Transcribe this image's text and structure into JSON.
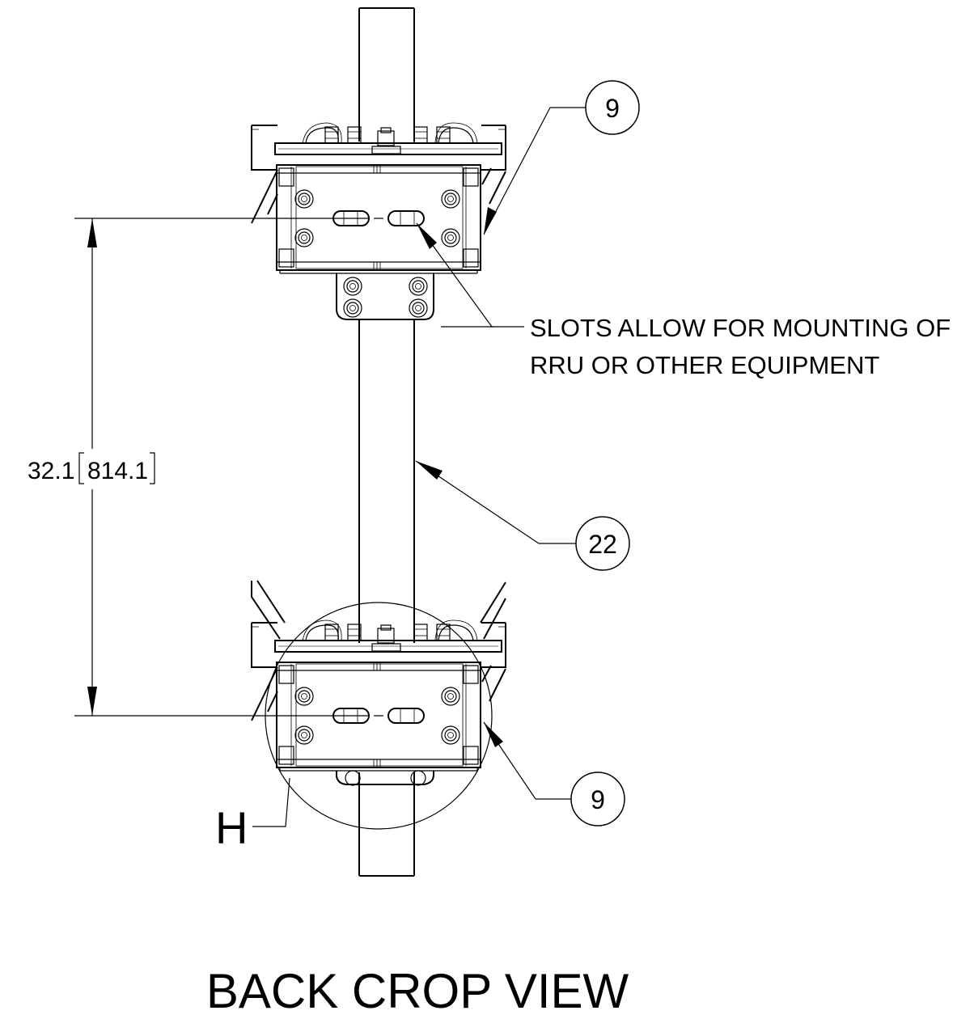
{
  "title": "BACK CROP VIEW",
  "callouts": {
    "top_bracket": "9",
    "pipe": "22",
    "bottom_bracket": "9"
  },
  "dimension": {
    "imperial": "32.1",
    "metric": "814.1"
  },
  "note": {
    "line1": "SLOTS ALLOW FOR MOUNTING OF",
    "line2": "RRU OR OTHER EQUIPMENT"
  },
  "detail_label": "H"
}
